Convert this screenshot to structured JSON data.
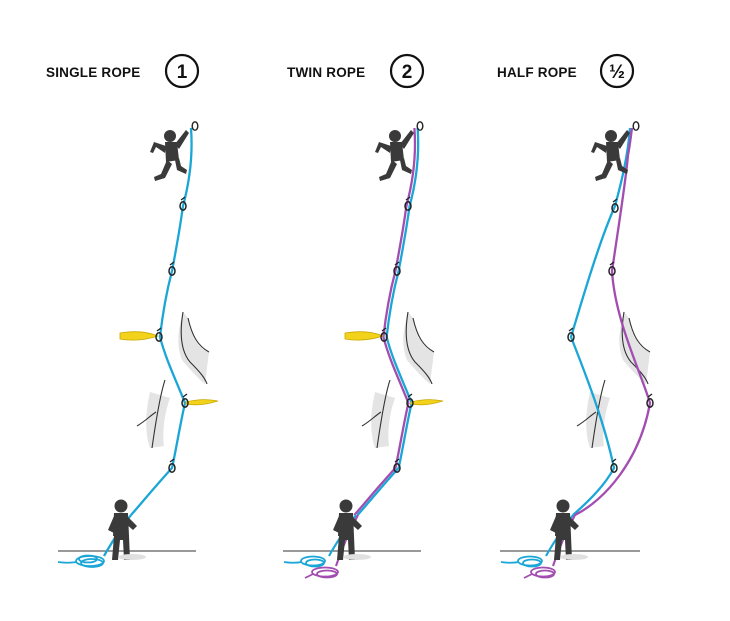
{
  "panels": [
    {
      "id": "single",
      "title": "SINGLE ROPE",
      "badge": "1"
    },
    {
      "id": "twin",
      "title": "TWIN ROPE",
      "badge": "2"
    },
    {
      "id": "half",
      "title": "HALF ROPE",
      "badge": "½"
    }
  ],
  "colors": {
    "rope_blue": "#1aa6d6",
    "rope_purple": "#a24db0",
    "sling_yellow": "#f2d21b",
    "figure": "#3a3a3a",
    "rock_line": "#333333",
    "rock_shade": "#e4e4e4"
  },
  "icons": [
    "climber-icon",
    "belayer-icon",
    "quickdraw-icon",
    "sling-icon",
    "rope-coil-icon",
    "anchor-bolt-icon"
  ]
}
